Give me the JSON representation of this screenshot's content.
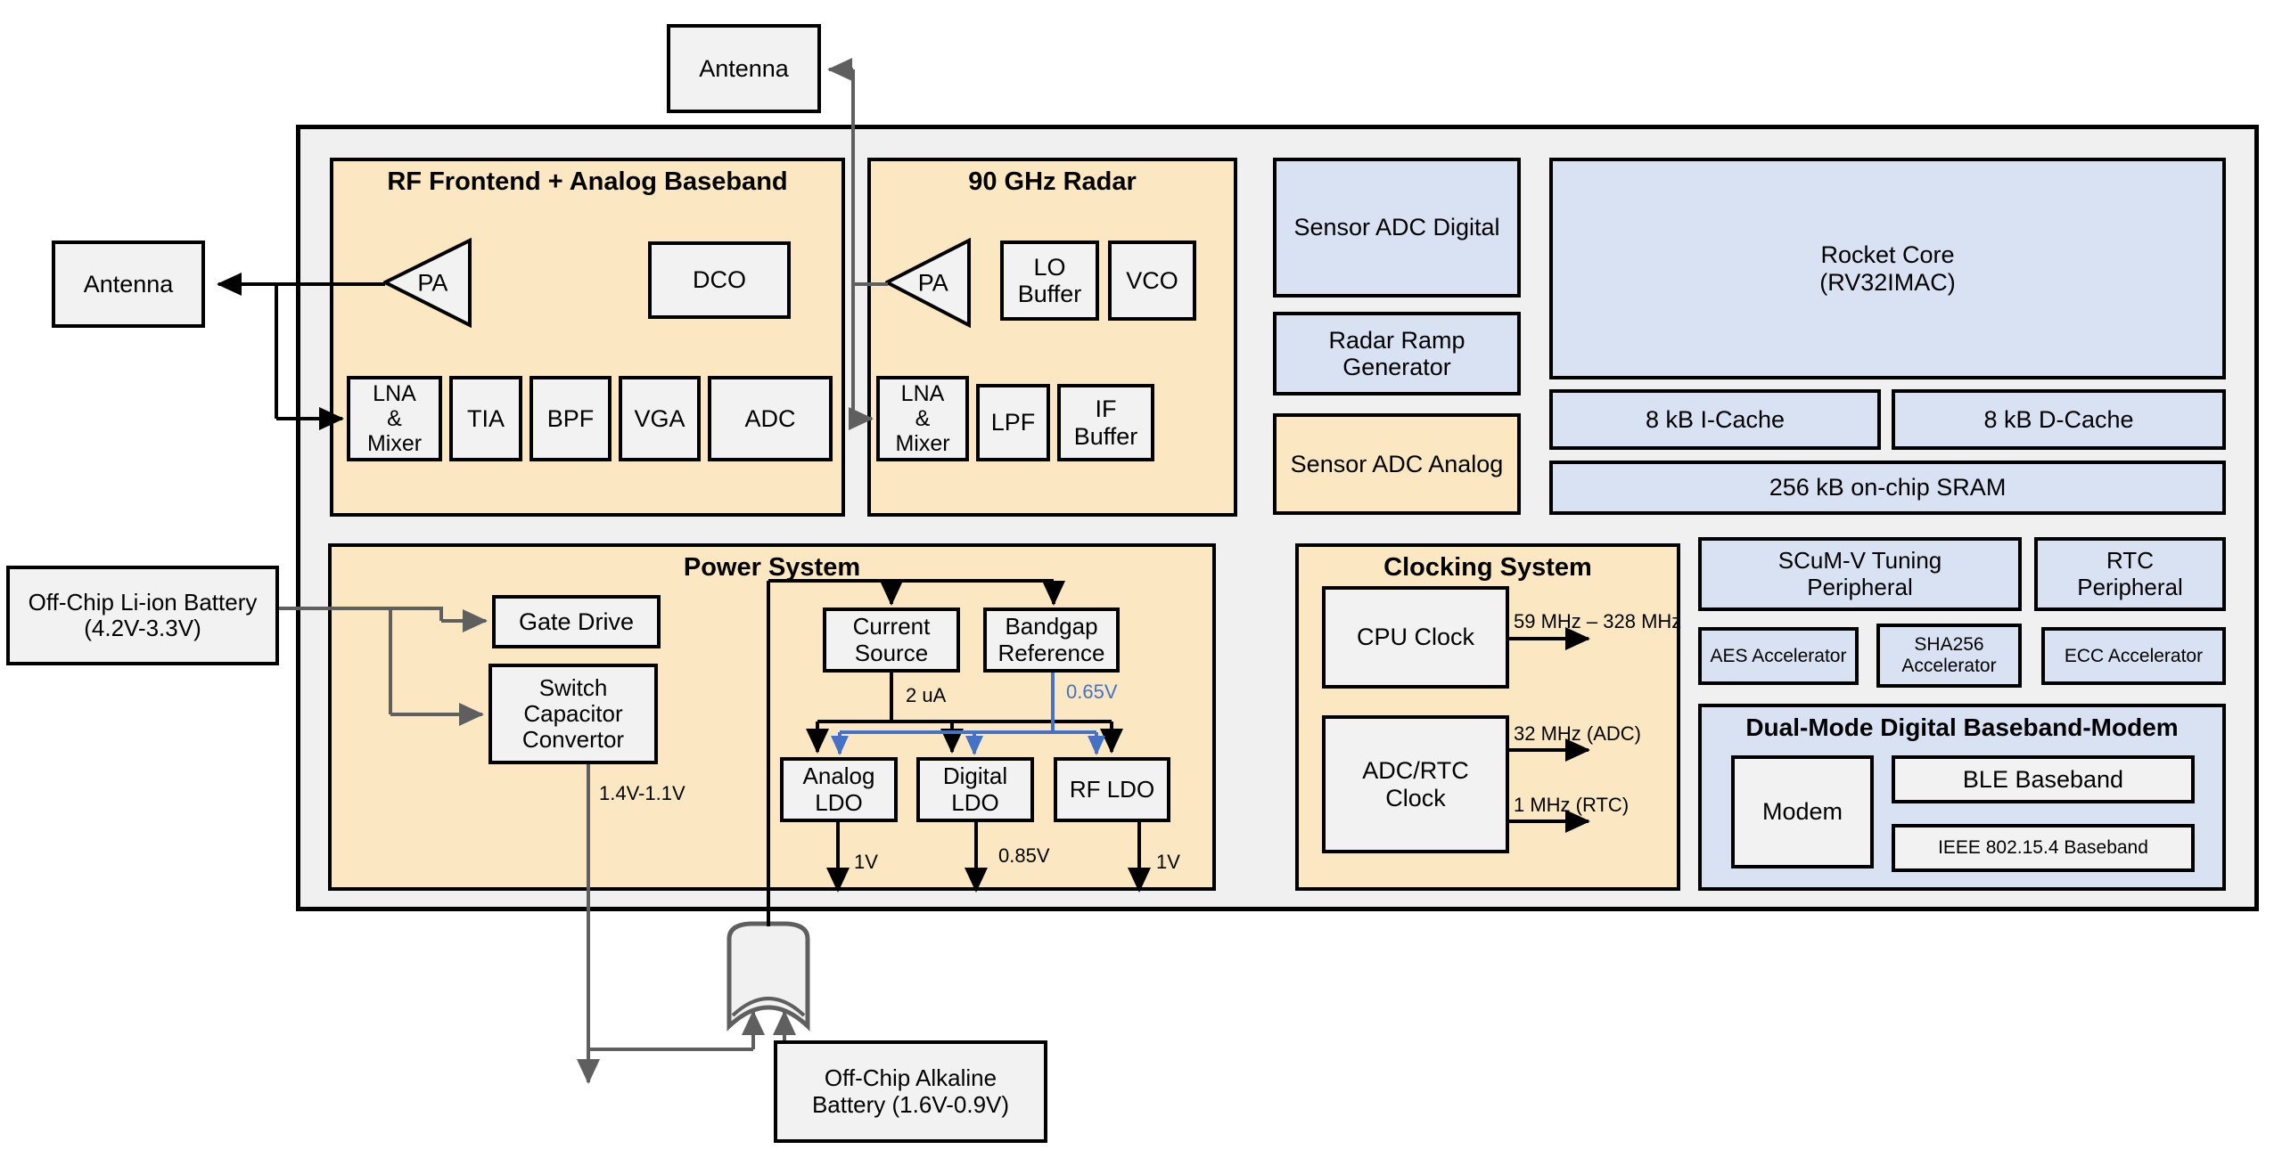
{
  "colors": {
    "region_yellow": "#FBE8C3",
    "region_blue": "#D9E2F3",
    "box_fill": "#F2F2F2",
    "chip_bg": "#F0F0F1",
    "wire_black": "#000000",
    "wire_gray": "#5F5F5F",
    "wire_blue": "#4472C4"
  },
  "external": {
    "antenna_top": "Antenna",
    "antenna_left": "Antenna",
    "liion_battery": "Off-Chip Li-ion Battery\n(4.2V-3.3V)",
    "alkaline_battery": "Off-Chip Alkaline\nBattery (1.6V-0.9V)"
  },
  "rf": {
    "title": "RF Frontend + Analog Baseband",
    "pa": "PA",
    "dco": "DCO",
    "chain": [
      "LNA\n&\nMixer",
      "TIA",
      "BPF",
      "VGA",
      "ADC"
    ]
  },
  "radar": {
    "title": "90 GHz Radar",
    "pa": "PA",
    "lo_buffer": "LO\nBuffer",
    "vco": "VCO",
    "chain": [
      "LNA\n&\nMixer",
      "LPF",
      "IF\nBuffer"
    ]
  },
  "sensor": {
    "adc_digital": "Sensor ADC Digital",
    "ramp_generator": "Radar Ramp\nGenerator",
    "adc_analog": "Sensor ADC Analog"
  },
  "core": {
    "rocket": "Rocket Core\n(RV32IMAC)",
    "icache": "8 kB I-Cache",
    "dcache": "8 kB D-Cache",
    "sram": "256 kB on-chip SRAM"
  },
  "power": {
    "title": "Power System",
    "gate_drive": "Gate Drive",
    "switch_cap": "Switch\nCapacitor\nConvertor",
    "switch_cap_out": "1.4V-1.1V",
    "current_source": "Current\nSource",
    "bandgap": "Bandgap\nReference",
    "current_label": "2 uA",
    "bandgap_label": "0.65V",
    "analog_ldo": "Analog\nLDO",
    "digital_ldo": "Digital\nLDO",
    "rf_ldo": "RF LDO",
    "analog_out": "1V",
    "digital_out": "0.85V",
    "rf_out": "1V"
  },
  "clocking": {
    "title": "Clocking System",
    "cpu_clock": "CPU Clock",
    "adc_rtc_clock": "ADC/RTC\nClock",
    "cpu_freq": "59 MHz – 328 MHz",
    "adc_freq": "32 MHz (ADC)",
    "rtc_freq": "1 MHz (RTC)"
  },
  "peripherals": {
    "scumv_tuning": "SCuM-V Tuning\nPeripheral",
    "rtc": "RTC\nPeripheral",
    "aes": "AES Accelerator",
    "sha256": "SHA256\nAccelerator",
    "ecc": "ECC Accelerator"
  },
  "modem": {
    "title": "Dual-Mode Digital Baseband-Modem",
    "modem": "Modem",
    "ble": "BLE Baseband",
    "ieee": "IEEE 802.15.4 Baseband"
  }
}
